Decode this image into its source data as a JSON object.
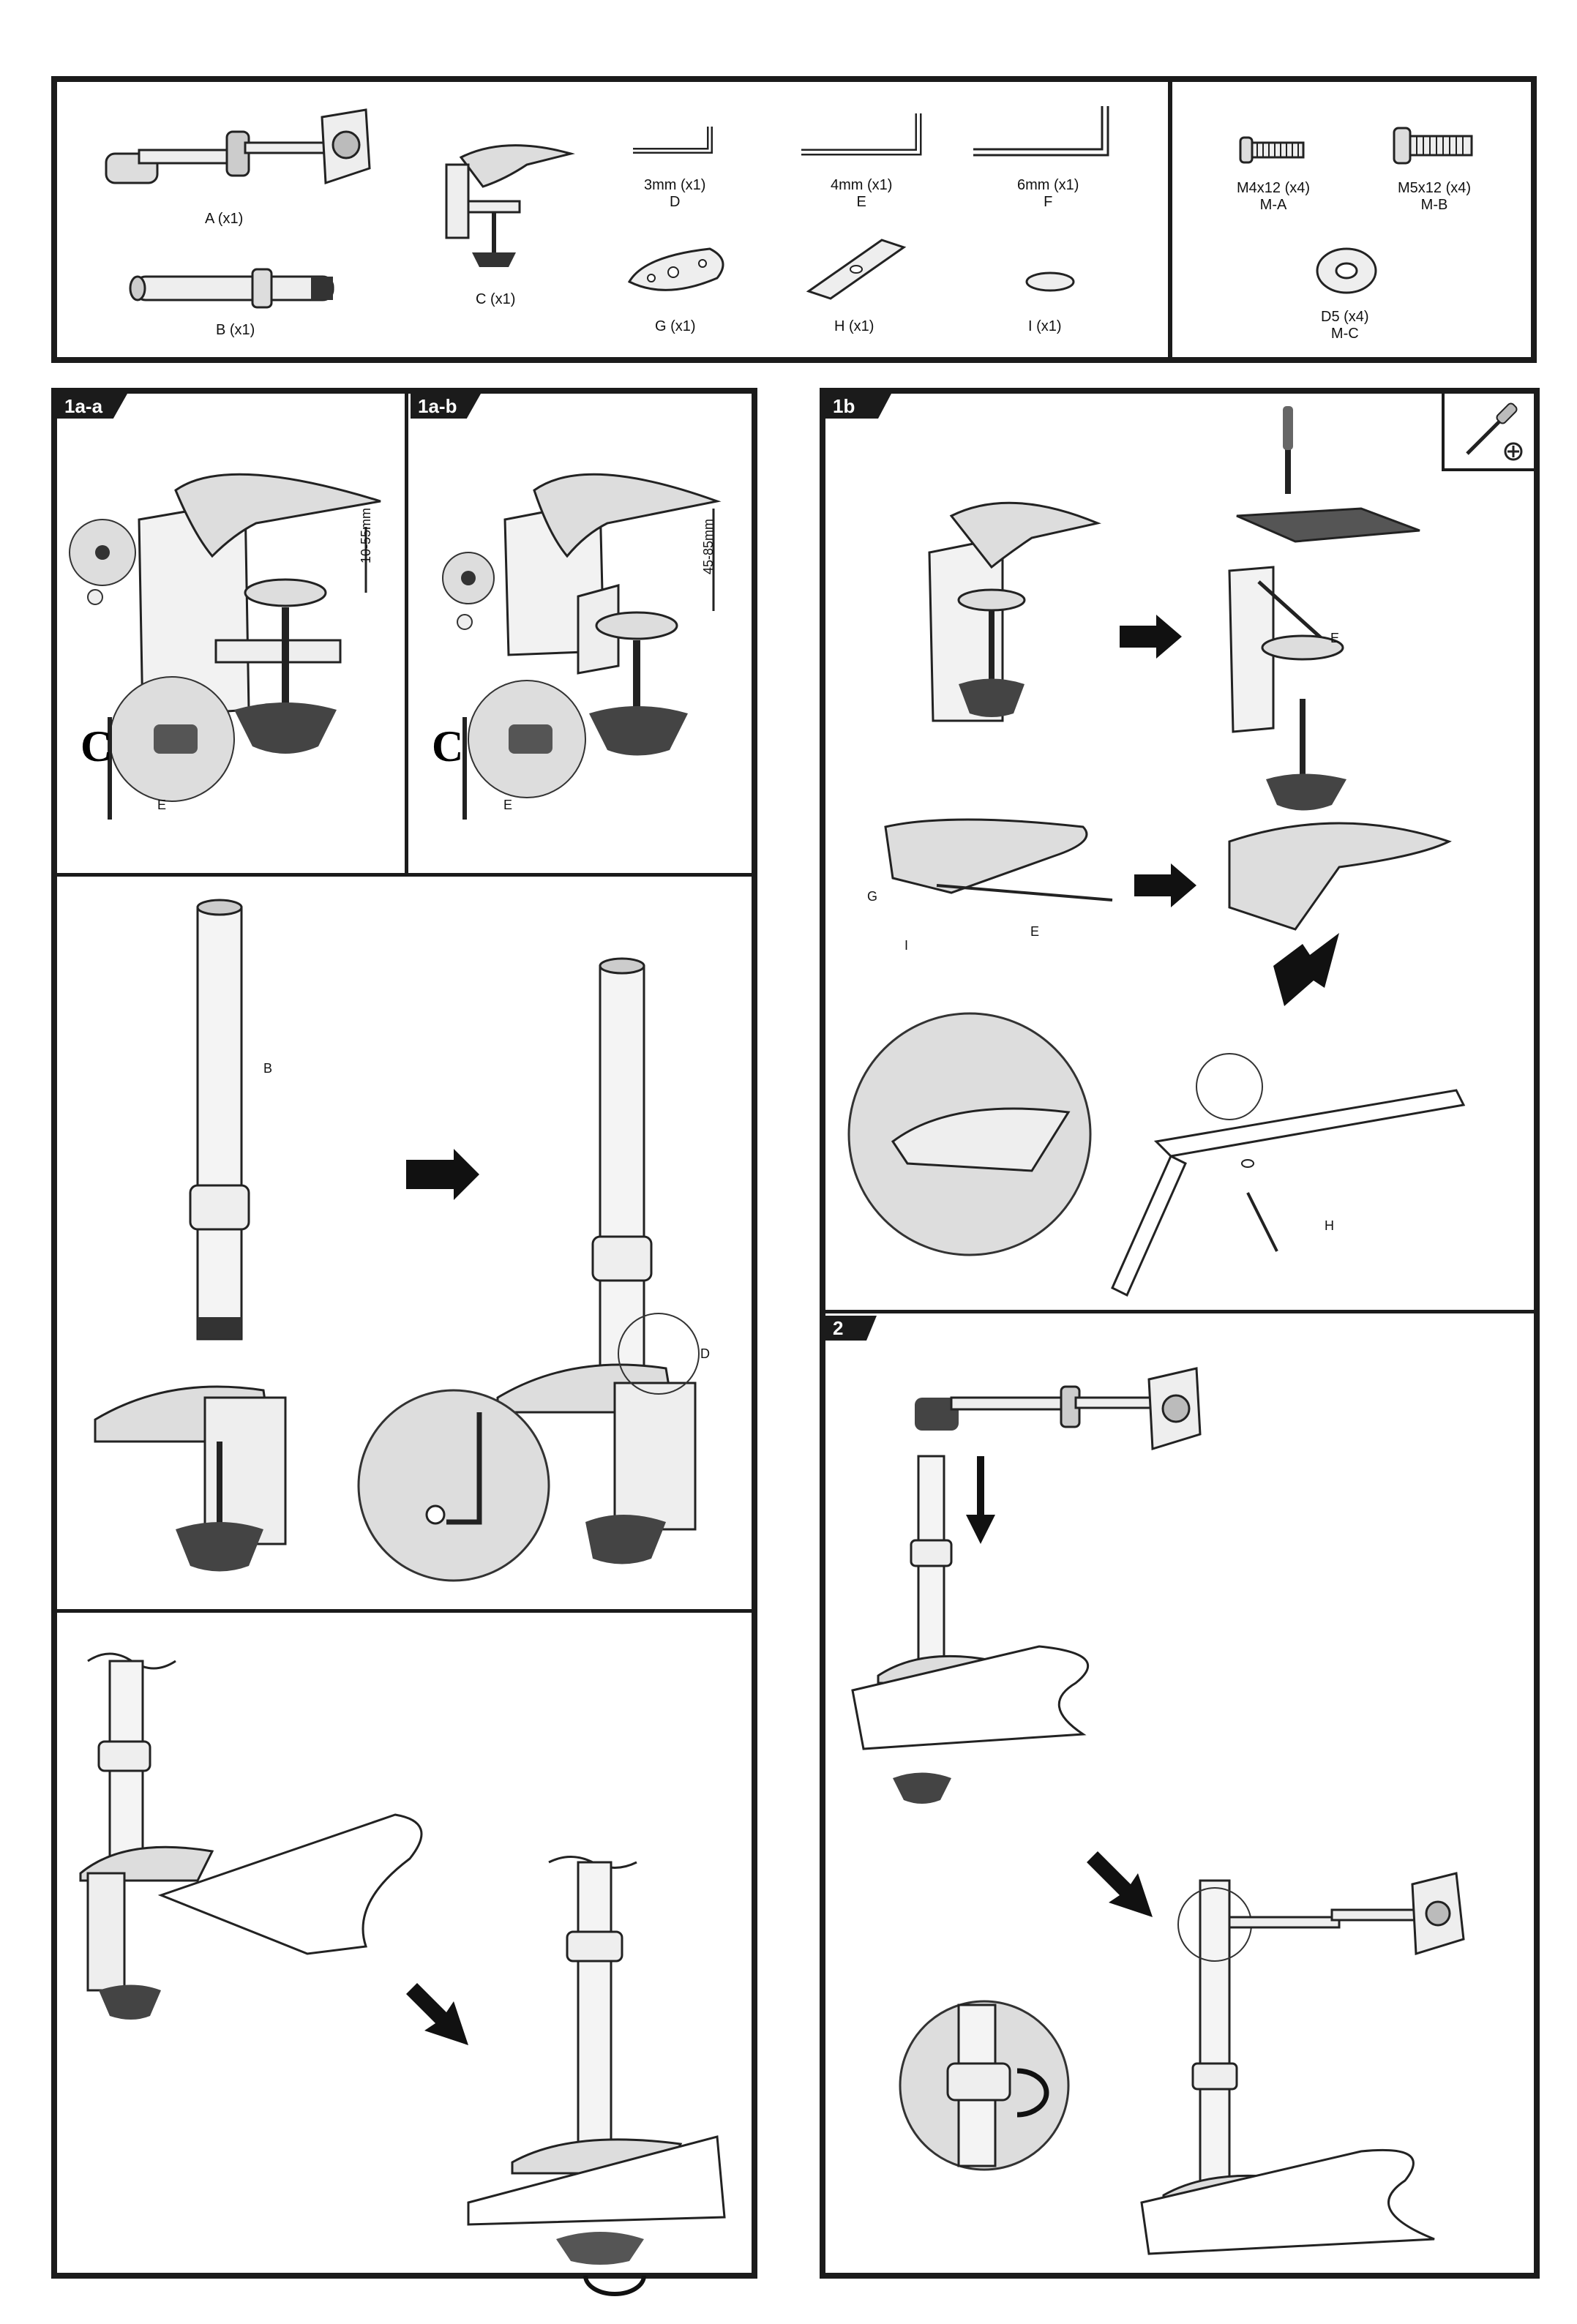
{
  "parts": {
    "a": "A (x1)",
    "b": "B (x1)",
    "c": "C (x1)",
    "d": [
      "3mm (x1)",
      "D"
    ],
    "e": [
      "4mm (x1)",
      "E"
    ],
    "f": [
      "6mm (x1)",
      "F"
    ],
    "g": "G (x1)",
    "h": "H (x1)",
    "i": "I (x1)",
    "ma": [
      "M4x12 (x4)",
      "M-A"
    ],
    "mb": [
      "M5x12 (x4)",
      "M-B"
    ],
    "mc": [
      "D5 (x4)",
      "M-C"
    ]
  },
  "steps": {
    "s1aa": "1a-a",
    "s1ab": "1a-b",
    "s1b": "1b",
    "s2": "2",
    "range_a": "10-55mm",
    "range_b": "45-85mm",
    "callouts": {
      "e": "E",
      "b": "B",
      "d": "D",
      "g": "G",
      "i": "I",
      "h": "H"
    }
  },
  "icons": [
    "screwdriver-icon",
    "arrow-right-icon",
    "rotate-icon"
  ]
}
